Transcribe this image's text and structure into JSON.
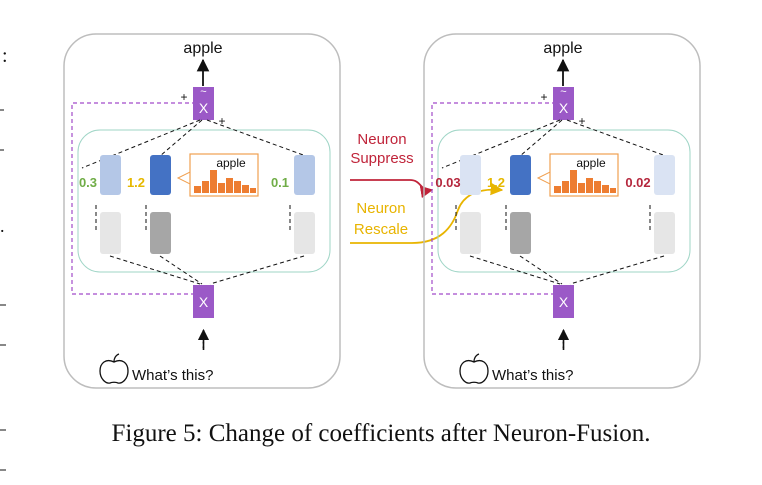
{
  "figure": {
    "caption": "Figure 5: Change of coefficients after Neuron-Fusion.",
    "output_word": "apple",
    "input_text": "What’s this?",
    "node_x": "X",
    "node_x_tilde": "X",
    "plus_sign": "+",
    "ellipsis": "⋮",
    "colors": {
      "box_border": "#bdbdbd",
      "inner_border": "#9fd5c6",
      "purple_node": "#9b59c7",
      "dash_purple": "#a24bc9",
      "blue_dark": "#4472c4",
      "blue_light": "#b4c7e7",
      "blue_lighter": "#dae3f3",
      "gray_dark": "#a6a6a6",
      "gray_light": "#e6e6e6",
      "green_coef": "#70ad47",
      "yellow_coef": "#e6b800",
      "red_coef": "#b5273d",
      "orange_bar": "#ed7d31",
      "orange_border": "#f0a050",
      "suppress_color": "#c0243a",
      "rescale_color": "#e8b400"
    },
    "icons": [
      "apple-icon",
      "arrow-icon"
    ]
  },
  "left_panel": {
    "coef_left": "0.3",
    "coef_mid": "1.2",
    "coef_right": "0.1",
    "inset_label": "apple"
  },
  "right_panel": {
    "coef_left": "0.03",
    "coef_mid": "1.2",
    "coef_right": "0.02",
    "inset_label": "apple"
  },
  "middle": {
    "suppress_line1": "Neuron",
    "suppress_line2": "Suppress",
    "rescale_line1": "Neuron",
    "rescale_line2": "Rescale"
  }
}
